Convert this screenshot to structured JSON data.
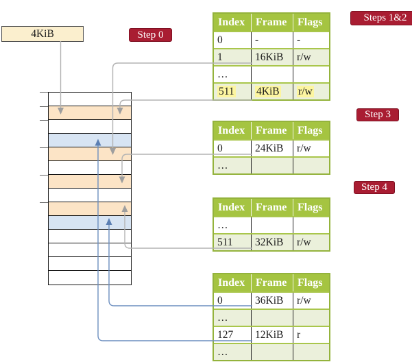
{
  "frame_box": {
    "label": "4KiB"
  },
  "step_badges": {
    "steps12": "Steps 1&2",
    "step0": "Step 0",
    "step3": "Step 3",
    "step4": "Step 4"
  },
  "tables": [
    {
      "name": "page-table-steps-1-2",
      "headers": [
        "Index",
        "Frame",
        "Flags"
      ],
      "rows": [
        [
          "0",
          "-",
          "-"
        ],
        [
          "1",
          "16KiB",
          "r/w"
        ],
        [
          "…",
          "",
          ""
        ],
        [
          "511",
          "4KiB",
          "r/w"
        ]
      ],
      "highlighted_row": "511"
    },
    {
      "name": "page-table-step-3",
      "headers": [
        "Index",
        "Frame",
        "Flags"
      ],
      "rows": [
        [
          "0",
          "24KiB",
          "r/w"
        ],
        [
          "…",
          "",
          ""
        ]
      ]
    },
    {
      "name": "page-table-step-4",
      "headers": [
        "Index",
        "Frame",
        "Flags"
      ],
      "rows": [
        [
          "…",
          "",
          ""
        ],
        [
          "511",
          "32KiB",
          "r/w"
        ]
      ]
    },
    {
      "name": "page-table-final",
      "headers": [
        "Index",
        "Frame",
        "Flags"
      ],
      "rows": [
        [
          "0",
          "36KiB",
          "r/w"
        ],
        [
          "…",
          "",
          ""
        ],
        [
          "127",
          "12KiB",
          "r"
        ],
        [
          "…",
          "",
          ""
        ]
      ]
    }
  ],
  "memory": {
    "rows": [
      "white",
      "peach",
      "white",
      "blue",
      "peach",
      "white",
      "peach",
      "white",
      "peach",
      "blue",
      "white",
      "white",
      "white",
      "white"
    ]
  },
  "arrows": {
    "gray": [
      "4KiB-box to memory row 4KiB",
      "table1 index 1 (16KiB) to memory row 16KiB",
      "table1 index 511 (4KiB) to memory row 4KiB",
      "table2 index 0 (24KiB) to memory row 24KiB",
      "table3 index 511 (32KiB) to memory row 32KiB"
    ],
    "blue": [
      "table4 index 0 (36KiB) to memory row 36KiB",
      "table4 index 127 (12KiB) to memory row 12KiB"
    ]
  },
  "colors": {
    "badge_red": "#A91D32",
    "table_header_green": "#A5C441",
    "table_row_green": "#EBF0DB",
    "table_border_green": "#94B33C",
    "memory_peach": "#FCE4C6",
    "memory_blue": "#D7E4F3",
    "frame_box_cream": "#FBEFCE",
    "highlight_yellow": "#FCF5A0",
    "arrow_gray": "#B3B3B3",
    "arrow_blue": "#6C8EBF"
  }
}
